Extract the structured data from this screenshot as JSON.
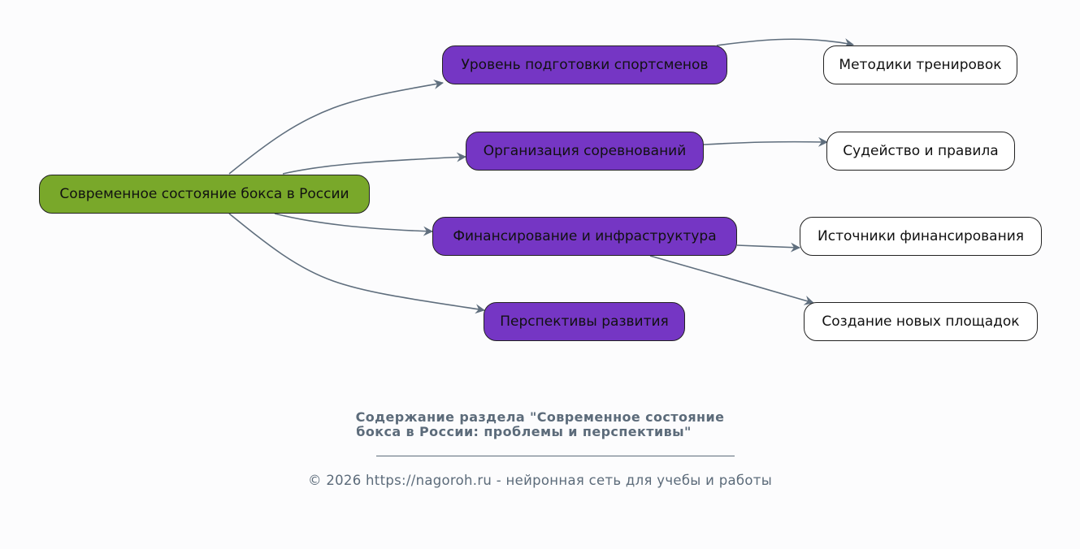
{
  "diagram": {
    "root": {
      "id": "root",
      "label": "Современное состояние бокса в России"
    },
    "branches": [
      {
        "id": "b1",
        "label": "Уровень подготовки спортсменов"
      },
      {
        "id": "b2",
        "label": "Организация соревнований"
      },
      {
        "id": "b3",
        "label": "Финансирование и инфраструктура"
      },
      {
        "id": "b4",
        "label": "Перспективы развития"
      }
    ],
    "leaves": [
      {
        "id": "l1",
        "label": "Методики тренировок"
      },
      {
        "id": "l2",
        "label": "Судейство и правила"
      },
      {
        "id": "l3",
        "label": "Источники финансирования"
      },
      {
        "id": "l4",
        "label": "Создание новых площадок"
      }
    ],
    "edges": [
      {
        "from": "root",
        "to": "b1"
      },
      {
        "from": "root",
        "to": "b2"
      },
      {
        "from": "root",
        "to": "b3"
      },
      {
        "from": "root",
        "to": "b4"
      },
      {
        "from": "b1",
        "to": "l1"
      },
      {
        "from": "b2",
        "to": "l2"
      },
      {
        "from": "b3",
        "to": "l3"
      },
      {
        "from": "b3",
        "to": "l4"
      }
    ],
    "colors": {
      "root_fill": "#79a82a",
      "branch_fill": "#7536c4",
      "leaf_fill": "#ffffff",
      "edge": "#5f6e7d",
      "caption_text": "#5c6b7a",
      "background": "#fcfcfd"
    }
  },
  "caption": {
    "title_line1": "Содержание раздела \"Современное состояние",
    "title_line2": "бокса в России: проблемы и перспективы\"",
    "footer": "© 2026 https://nagoroh.ru - нейронная сеть для учебы и работы"
  }
}
